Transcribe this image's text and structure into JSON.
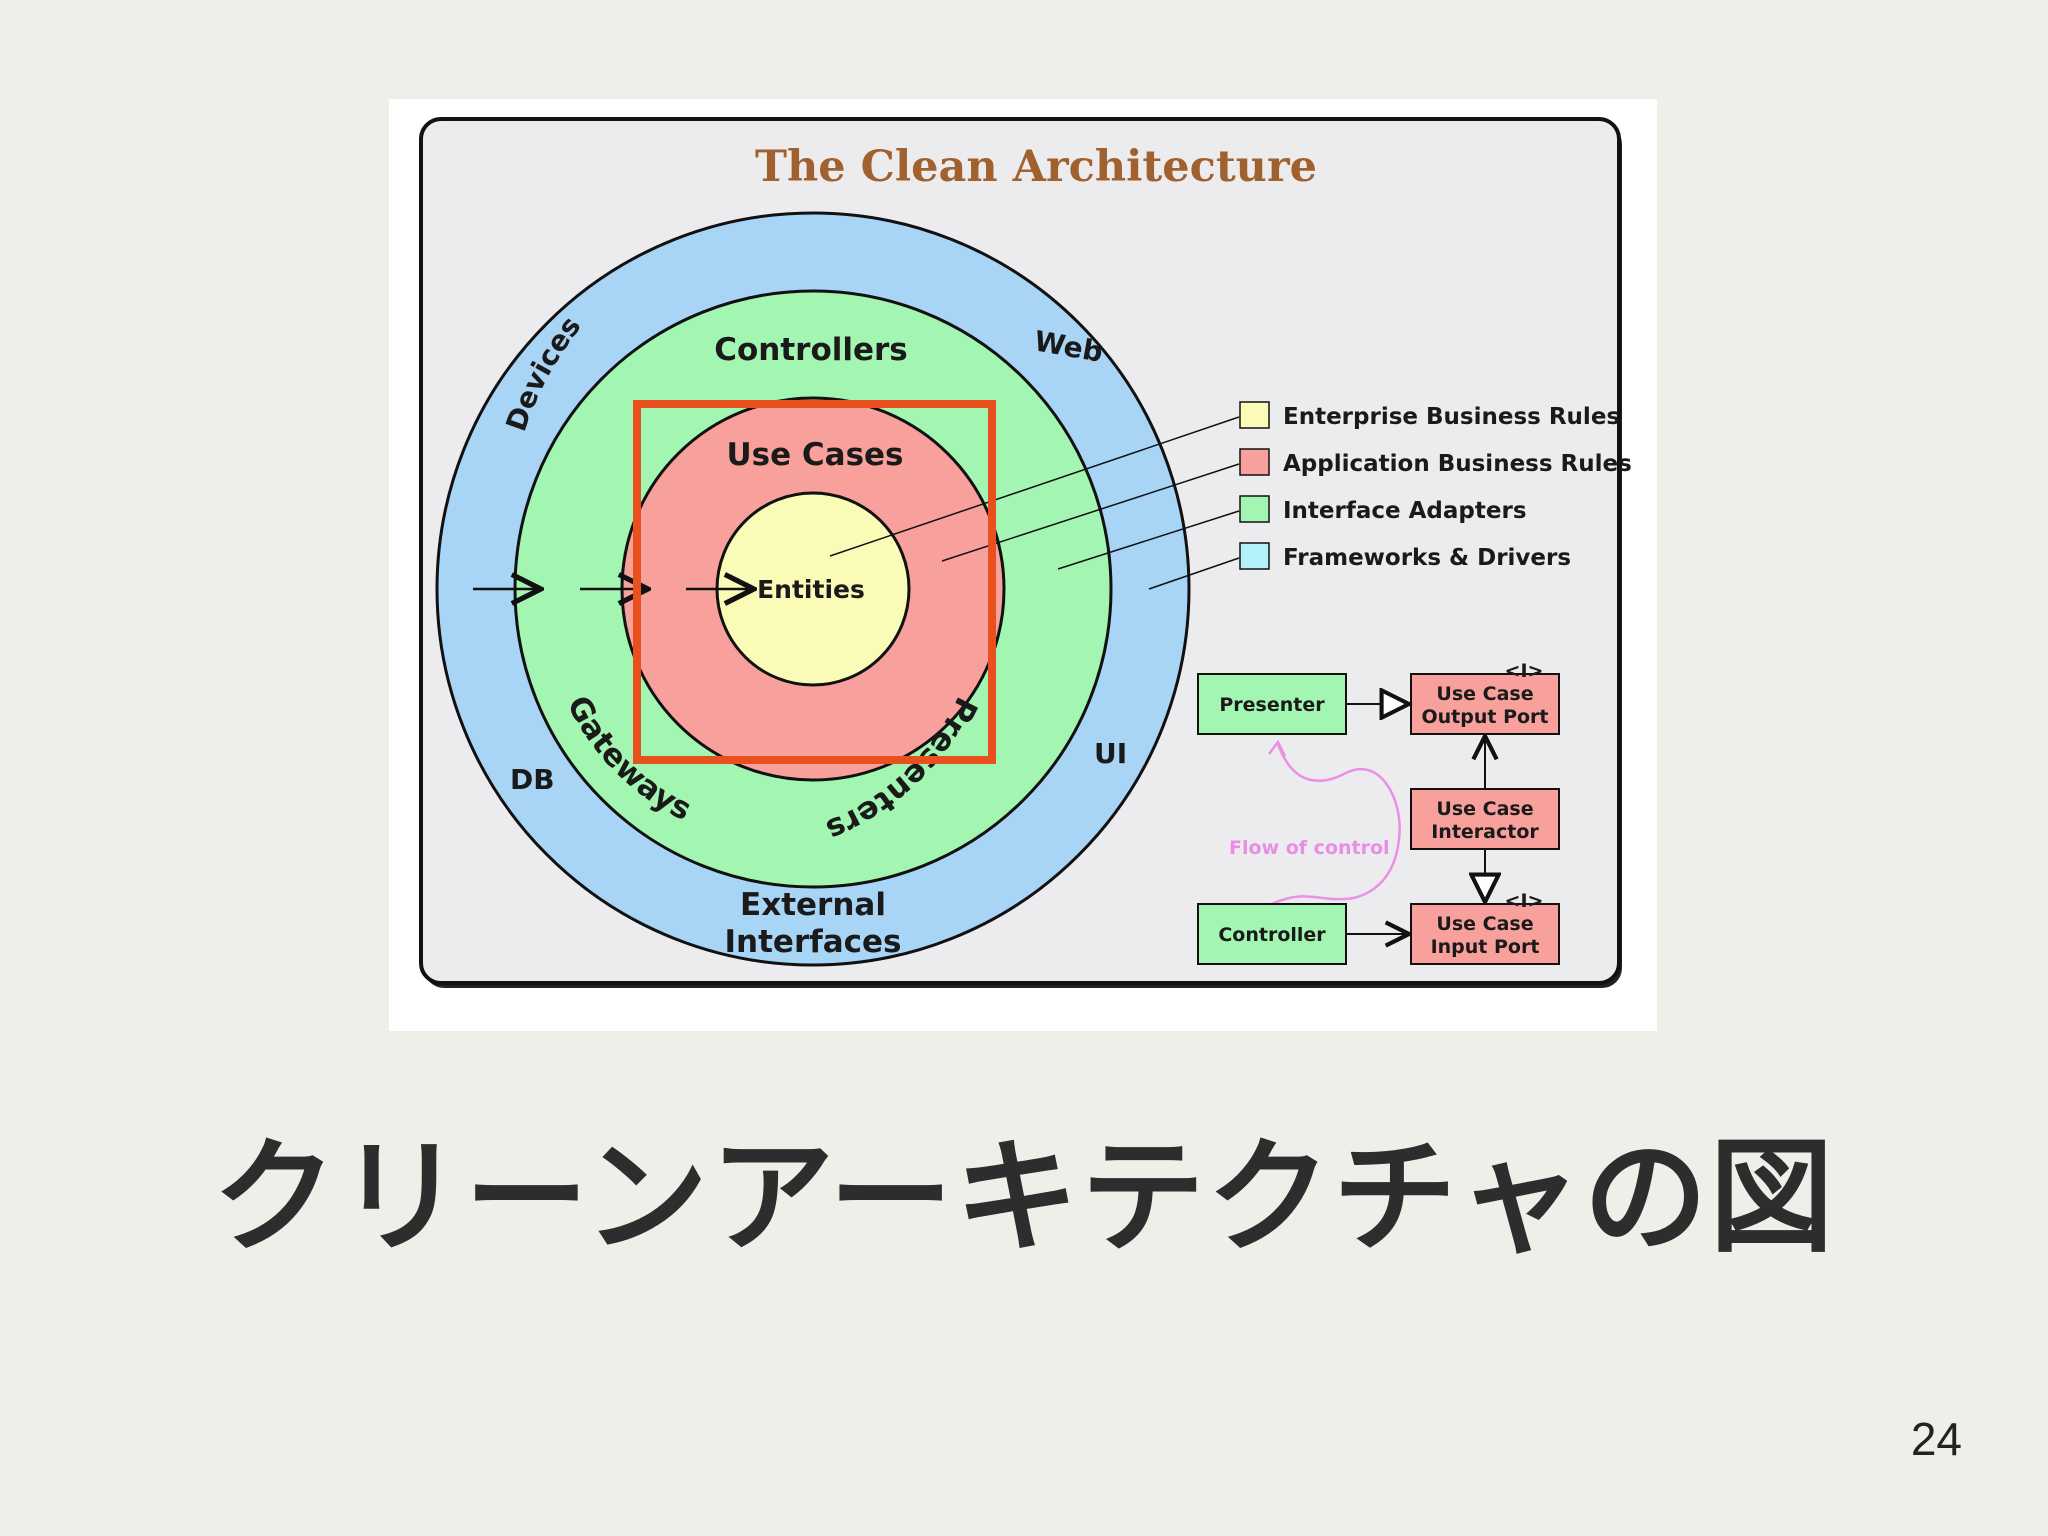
{
  "diagram": {
    "title": "The Clean Architecture",
    "rings": {
      "frameworks_drivers": {
        "labels": [
          "Devices",
          "Web",
          "UI",
          "DB",
          "External",
          "Interfaces"
        ],
        "color": "#a8d4f5"
      },
      "interface_adapters": {
        "labels": [
          "Controllers",
          "Gateways",
          "Presenters"
        ],
        "color": "#a3f5b2"
      },
      "application_business_rules": {
        "labels": [
          "Use Cases"
        ],
        "color": "#f8a09c"
      },
      "enterprise_business_rules": {
        "labels": [
          "Entities"
        ],
        "color": "#fafbb6"
      }
    },
    "legend": [
      {
        "label": "Enterprise Business Rules",
        "color": "#fafbb6"
      },
      {
        "label": "Application Business Rules",
        "color": "#f8a09c"
      },
      {
        "label": "Interface Adapters",
        "color": "#a3f5b2"
      },
      {
        "label": "Frameworks & Drivers",
        "color": "#b5f1f9"
      }
    ],
    "flow": {
      "presenter": "Presenter",
      "controller": "Controller",
      "output_port": [
        "Use Case",
        "Output Port"
      ],
      "interactor": [
        "Use Case",
        "Interactor"
      ],
      "input_port": [
        "Use Case",
        "Input Port"
      ],
      "interface_marker": "<I>",
      "flow_label": "Flow of control"
    },
    "highlight_color": "#e8501e"
  },
  "slide": {
    "caption": "クリーンアーキテクチャの図",
    "page_number": "24"
  }
}
